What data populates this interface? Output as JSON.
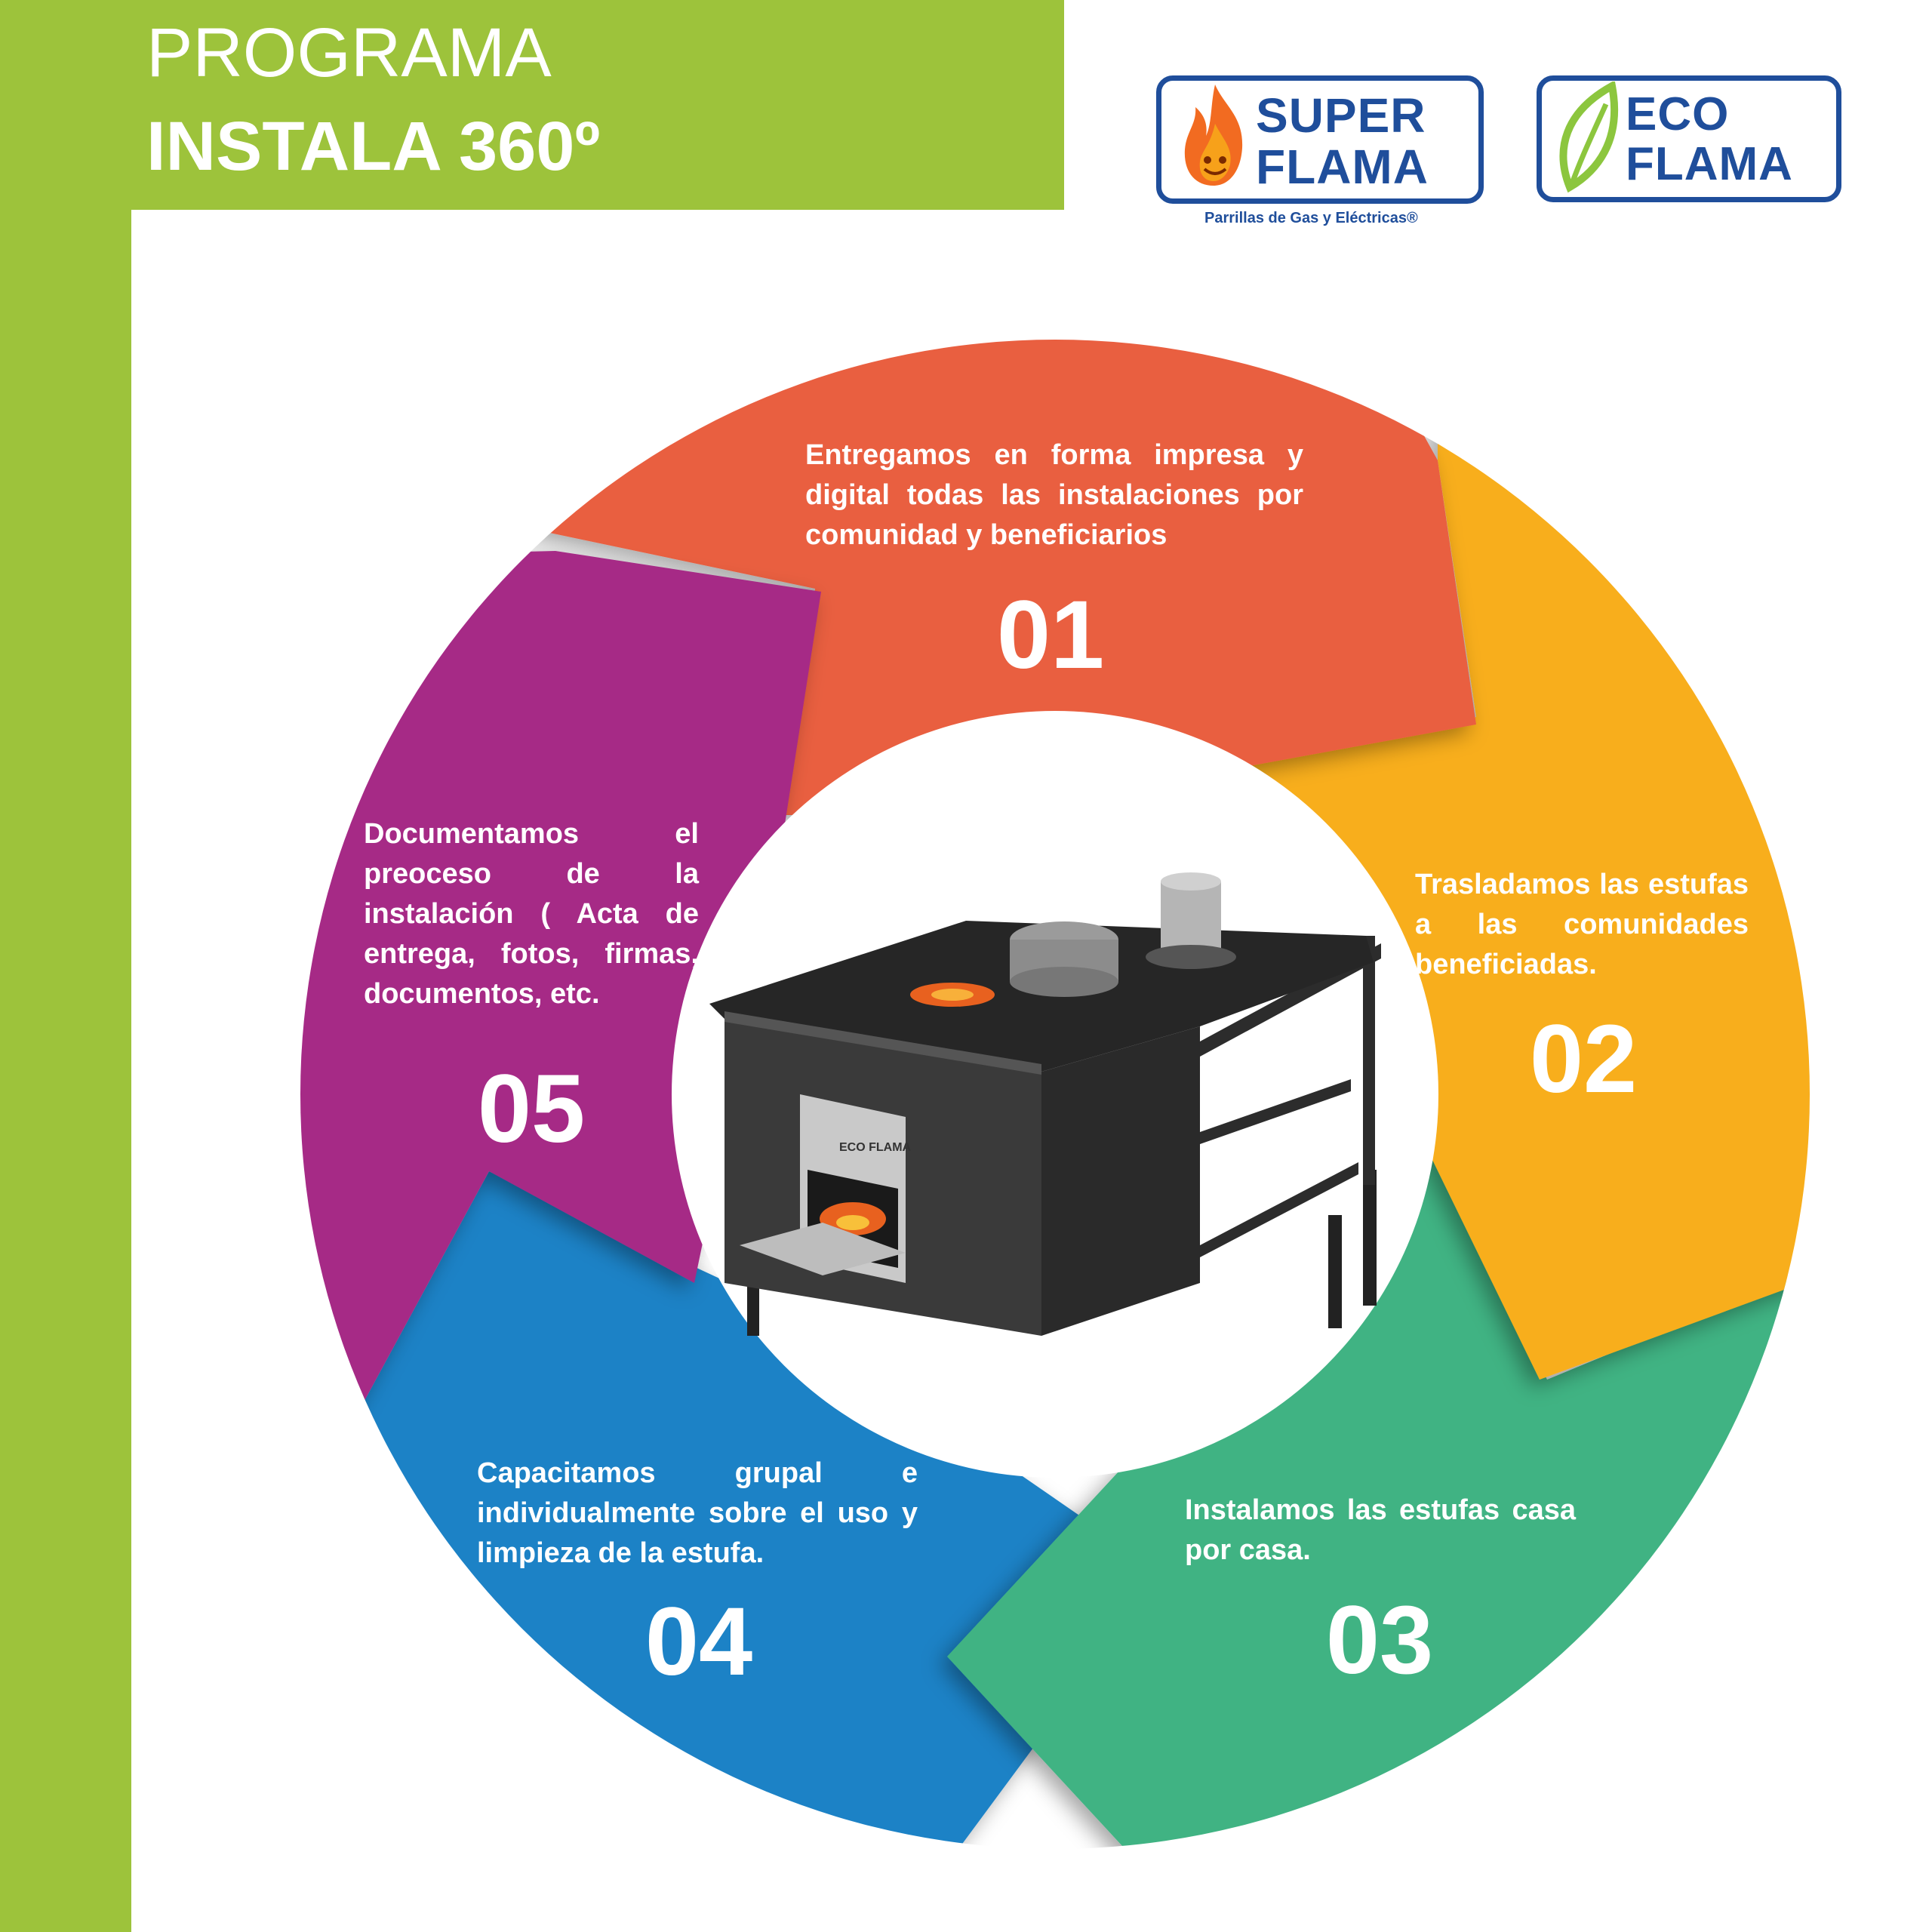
{
  "header": {
    "title_line1": "PROGRAMA",
    "title_line2": "INSTALA 360º"
  },
  "logos": {
    "superflama": {
      "word1": "SUPER",
      "word2": "FLAMA",
      "tagline": "Parrillas de Gas y Eléctricas®"
    },
    "ecoflama": {
      "word1": "ECO",
      "word2": "FLAMA"
    }
  },
  "colors": {
    "brand_green": "#9dc33b",
    "logo_blue": "#1f4e9b",
    "step1": "#e95e41",
    "step2": "#f8ae1a",
    "step3": "#41b383",
    "step4": "#1b82c6",
    "step5": "#a62a86"
  },
  "center_image": {
    "icon": "wood-stove-image",
    "stove_label": "ECO FLAMA"
  },
  "steps": [
    {
      "number": "01",
      "text": "Entregamos en forma impresa y digital todas las instalaciones por comunidad y beneficiarios"
    },
    {
      "number": "02",
      "text": "Trasladamos las estufas a las comunidades beneficiadas."
    },
    {
      "number": "03",
      "text": "Instalamos las estufas casa por casa."
    },
    {
      "number": "04",
      "text": "Capacitamos grupal e individualmente sobre el uso y limpieza de la estufa."
    },
    {
      "number": "05",
      "text": "Documentamos el preoceso de la instalación ( Acta de entrega, fotos, firmas, documentos, etc."
    }
  ]
}
